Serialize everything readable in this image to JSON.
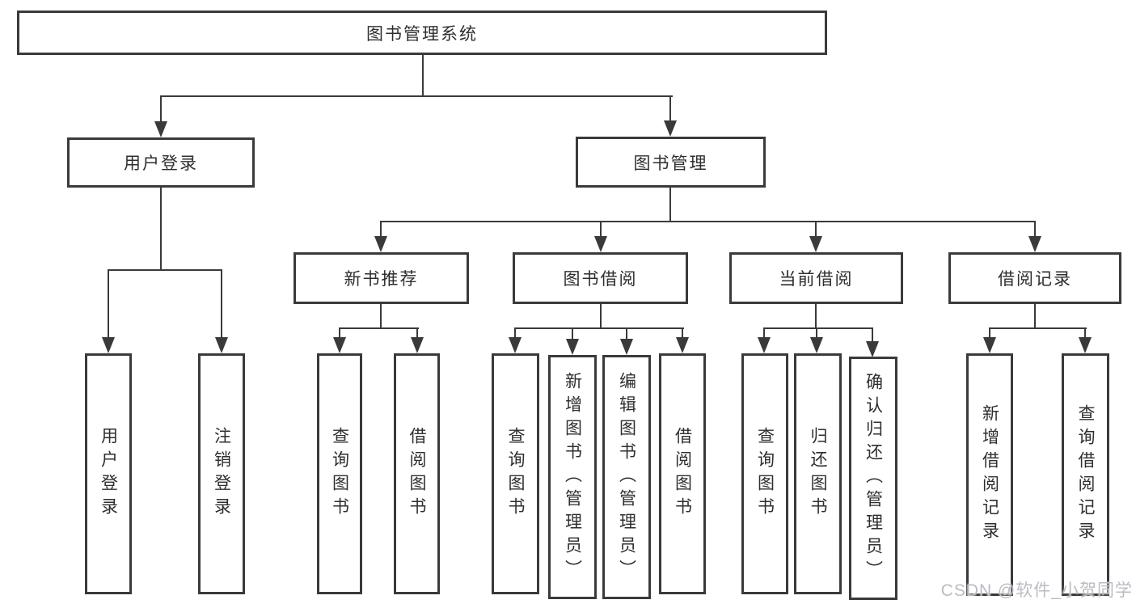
{
  "tree": {
    "root": {
      "label": "图书管理系统"
    },
    "branches": [
      {
        "label": "用户登录",
        "children": [
          {
            "label": "用户登录"
          },
          {
            "label": "注销登录"
          }
        ]
      },
      {
        "label": "图书管理",
        "children": [
          {
            "label": "新书推荐",
            "children": [
              {
                "label": "查询图书"
              },
              {
                "label": "借阅图书"
              }
            ]
          },
          {
            "label": "图书借阅",
            "children": [
              {
                "label": "查询图书"
              },
              {
                "label": "新增图书（管理员）"
              },
              {
                "label": "编辑图书（管理员）"
              },
              {
                "label": "借阅图书"
              }
            ]
          },
          {
            "label": "当前借阅",
            "children": [
              {
                "label": "查询图书"
              },
              {
                "label": "归还图书"
              },
              {
                "label": "确认归还（管理员）"
              }
            ]
          },
          {
            "label": "借阅记录",
            "children": [
              {
                "label": "新增借阅记录"
              },
              {
                "label": "查询借阅记录"
              }
            ]
          }
        ]
      }
    ]
  },
  "watermark": {
    "text": "CSDN @软件_小贺同学"
  },
  "colors": {
    "line": "#3a3a3a",
    "text": "#2e2e2e",
    "background": "#ffffff",
    "watermark": "#b9bdc3"
  }
}
